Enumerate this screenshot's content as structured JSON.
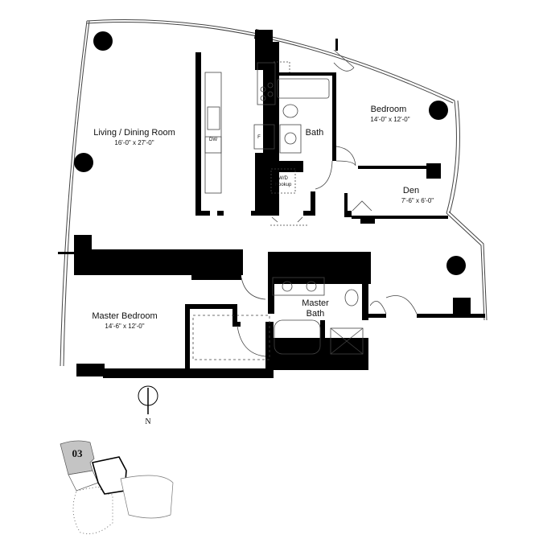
{
  "rooms": {
    "living": {
      "name": "Living / Dining Room",
      "dims": "16'-0\" x 27'-0\""
    },
    "bedroom": {
      "name": "Bedroom",
      "dims": "14'-0\" x 12'-0\""
    },
    "bath": {
      "name": "Bath"
    },
    "den": {
      "name": "Den",
      "dims": "7'-6\" x 6'-0\""
    },
    "master_bedroom": {
      "name": "Master Bedroom",
      "dims": "14'-6\" x 12'-0\""
    },
    "master_bath": {
      "name_line1": "Master",
      "name_line2": "Bath"
    }
  },
  "fixtures": {
    "washer_dryer_line1": "W/D",
    "washer_dryer_line2": "Hookup",
    "dishwasher": "DW",
    "fridge": "F"
  },
  "compass": {
    "label": "N"
  },
  "keyplan": {
    "unit": "03",
    "highlight_color": "#c4c4c4"
  },
  "colors": {
    "wall": "#000000",
    "line": "#333333"
  }
}
